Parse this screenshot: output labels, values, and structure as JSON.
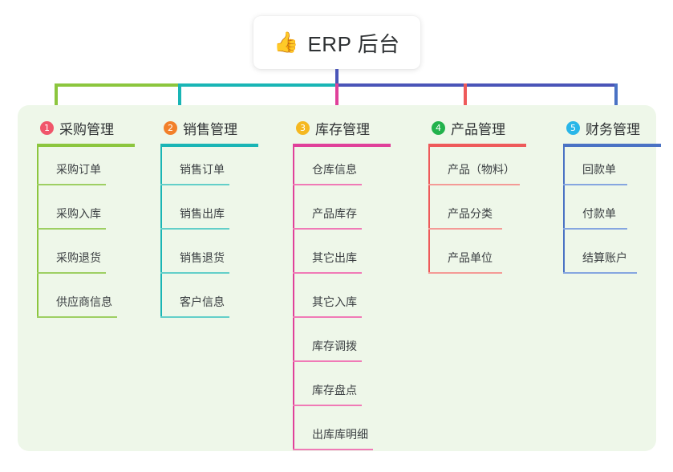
{
  "root": {
    "emoji": "👍",
    "icon_name": "thumbs-up-icon",
    "label": "ERP 后台"
  },
  "theme": {
    "canvas_bg": "#ffffff",
    "panel_bg": "#eef7e9",
    "title_text": "#2f3234",
    "stem_color": "#4a55b8"
  },
  "columns": [
    {
      "number": "1",
      "title": "采购管理",
      "badge_color": "#f0566b",
      "line_color": "#8cc63e",
      "rule_color": "#9ecf63",
      "head_rule_width": 122,
      "items": [
        {
          "label": "采购订单",
          "rule_width": 86
        },
        {
          "label": "采购入库",
          "rule_width": 86
        },
        {
          "label": "采购退货",
          "rule_width": 86
        },
        {
          "label": "供应商信息",
          "rule_width": 100
        }
      ]
    },
    {
      "number": "2",
      "title": "销售管理",
      "badge_color": "#f2802a",
      "line_color": "#19b5b5",
      "rule_color": "#63cfc9",
      "head_rule_width": 122,
      "items": [
        {
          "label": "销售订单",
          "rule_width": 86
        },
        {
          "label": "销售出库",
          "rule_width": 86
        },
        {
          "label": "销售退货",
          "rule_width": 86
        },
        {
          "label": "客户信息",
          "rule_width": 86
        }
      ]
    },
    {
      "number": "3",
      "title": "库存管理",
      "badge_color": "#f5b820",
      "line_color": "#e0409a",
      "rule_color": "#f07ab6",
      "head_rule_width": 122,
      "items": [
        {
          "label": "仓库信息",
          "rule_width": 86
        },
        {
          "label": "产品库存",
          "rule_width": 86
        },
        {
          "label": "其它出库",
          "rule_width": 86
        },
        {
          "label": "其它入库",
          "rule_width": 86
        },
        {
          "label": "库存调拨",
          "rule_width": 86
        },
        {
          "label": "库存盘点",
          "rule_width": 86
        },
        {
          "label": "出库库明细",
          "rule_width": 100
        }
      ]
    },
    {
      "number": "4",
      "title": "产品管理",
      "badge_color": "#22b24c",
      "line_color": "#ee5a5a",
      "rule_color": "#f49a96",
      "head_rule_width": 122,
      "items": [
        {
          "label": "产品（物料）",
          "rule_width": 114
        },
        {
          "label": "产品分类",
          "rule_width": 92
        },
        {
          "label": "产品单位",
          "rule_width": 92
        }
      ]
    },
    {
      "number": "5",
      "title": "财务管理",
      "badge_color": "#29b6e8",
      "line_color": "#4a72c4",
      "rule_color": "#86a6e0",
      "head_rule_width": 122,
      "items": [
        {
          "label": "回款单",
          "rule_width": 80
        },
        {
          "label": "付款单",
          "rule_width": 80
        },
        {
          "label": "结算账户",
          "rule_width": 92
        }
      ]
    }
  ],
  "connector": {
    "segments": [
      {
        "color": "#8cc63e"
      },
      {
        "color": "#19b5b5"
      },
      {
        "color": "#4a55b8"
      },
      {
        "color": "#4a55b8"
      }
    ],
    "drops": [
      {
        "color": "#8cc63e"
      },
      {
        "color": "#19b5b5"
      },
      {
        "color": "#e0409a"
      },
      {
        "color": "#ee5a5a"
      },
      {
        "color": "#4a72c4"
      }
    ]
  }
}
